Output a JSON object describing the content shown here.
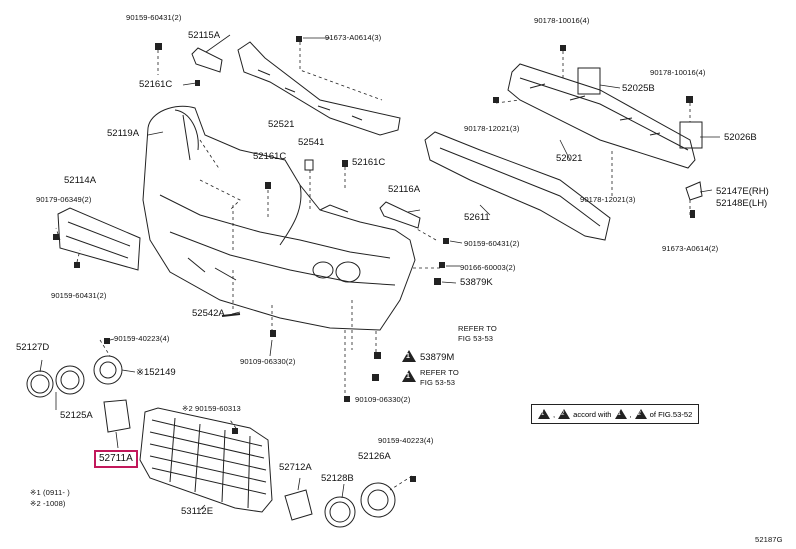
{
  "labels": {
    "p90159_60431_top": "90159-60431(2)",
    "p52115A": "52115A",
    "p91673_A0614_top": "91673-A0614(3)",
    "p90178_10016_top": "90178-10016(4)",
    "p90178_10016_right": "90178-10016(4)",
    "p52161C_a": "52161C",
    "p52161C_b": "52161C",
    "p52161C_c": "52161C",
    "p52025B": "52025B",
    "p52119A": "52119A",
    "p52521": "52521",
    "p52541": "52541",
    "p90178_12021_a": "90178-12021(3)",
    "p52026B": "52026B",
    "p52021": "52021",
    "p52114A": "52114A",
    "p90179_06349": "90179-06349(2)",
    "p52116A": "52116A",
    "p90178_12021_b": "90178-12021(3)",
    "p52147E": "52147E(RH)",
    "p52148E": "52148E(LH)",
    "p52611": "52611",
    "p90159_60431_mid": "90159-60431(2)",
    "p91673_A0614_right": "91673-A0614(2)",
    "p90166_60003": "90166-60003(2)",
    "p90159_60431_left": "90159-60431(2)",
    "p53879K": "53879K",
    "p52542A": "52542A",
    "ref_53_53_a_line1": "REFER TO",
    "ref_53_53_a_line2": "FIG 53-53",
    "p52127D": "52127D",
    "p90159_40223_a": "90159-40223(4)",
    "p53879M": "53879M",
    "p152149": "※152149",
    "p90109_06330_a": "90109-06330(2)",
    "ref_53_53_b_line1": "REFER TO",
    "ref_53_53_b_line2": "FIG 53-53",
    "p52125A": "52125A",
    "p90109_06330_b": "90109-06330(2)",
    "p90159_60313": "※2 90159-60313",
    "p52711A": "52711A",
    "p90159_40223_b": "90159-40223(4)",
    "p52126A": "52126A",
    "p52712A": "52712A",
    "p52128B": "52128B",
    "p53112E": "53112E",
    "fn1": "※1 (0911-        )",
    "fn2": "※2        -1008)",
    "fig_id": "52187G"
  },
  "note": {
    "sym1": "1",
    "sym2": "2",
    "text1": ", ",
    "text2": " accord with ",
    "text3": ", ",
    "sym3": "1",
    "sym4": "2",
    "text4": " of FIG.53-52"
  },
  "warn_symbol": "1",
  "colors": {
    "ink": "#222222",
    "highlight": "#c2185b"
  }
}
